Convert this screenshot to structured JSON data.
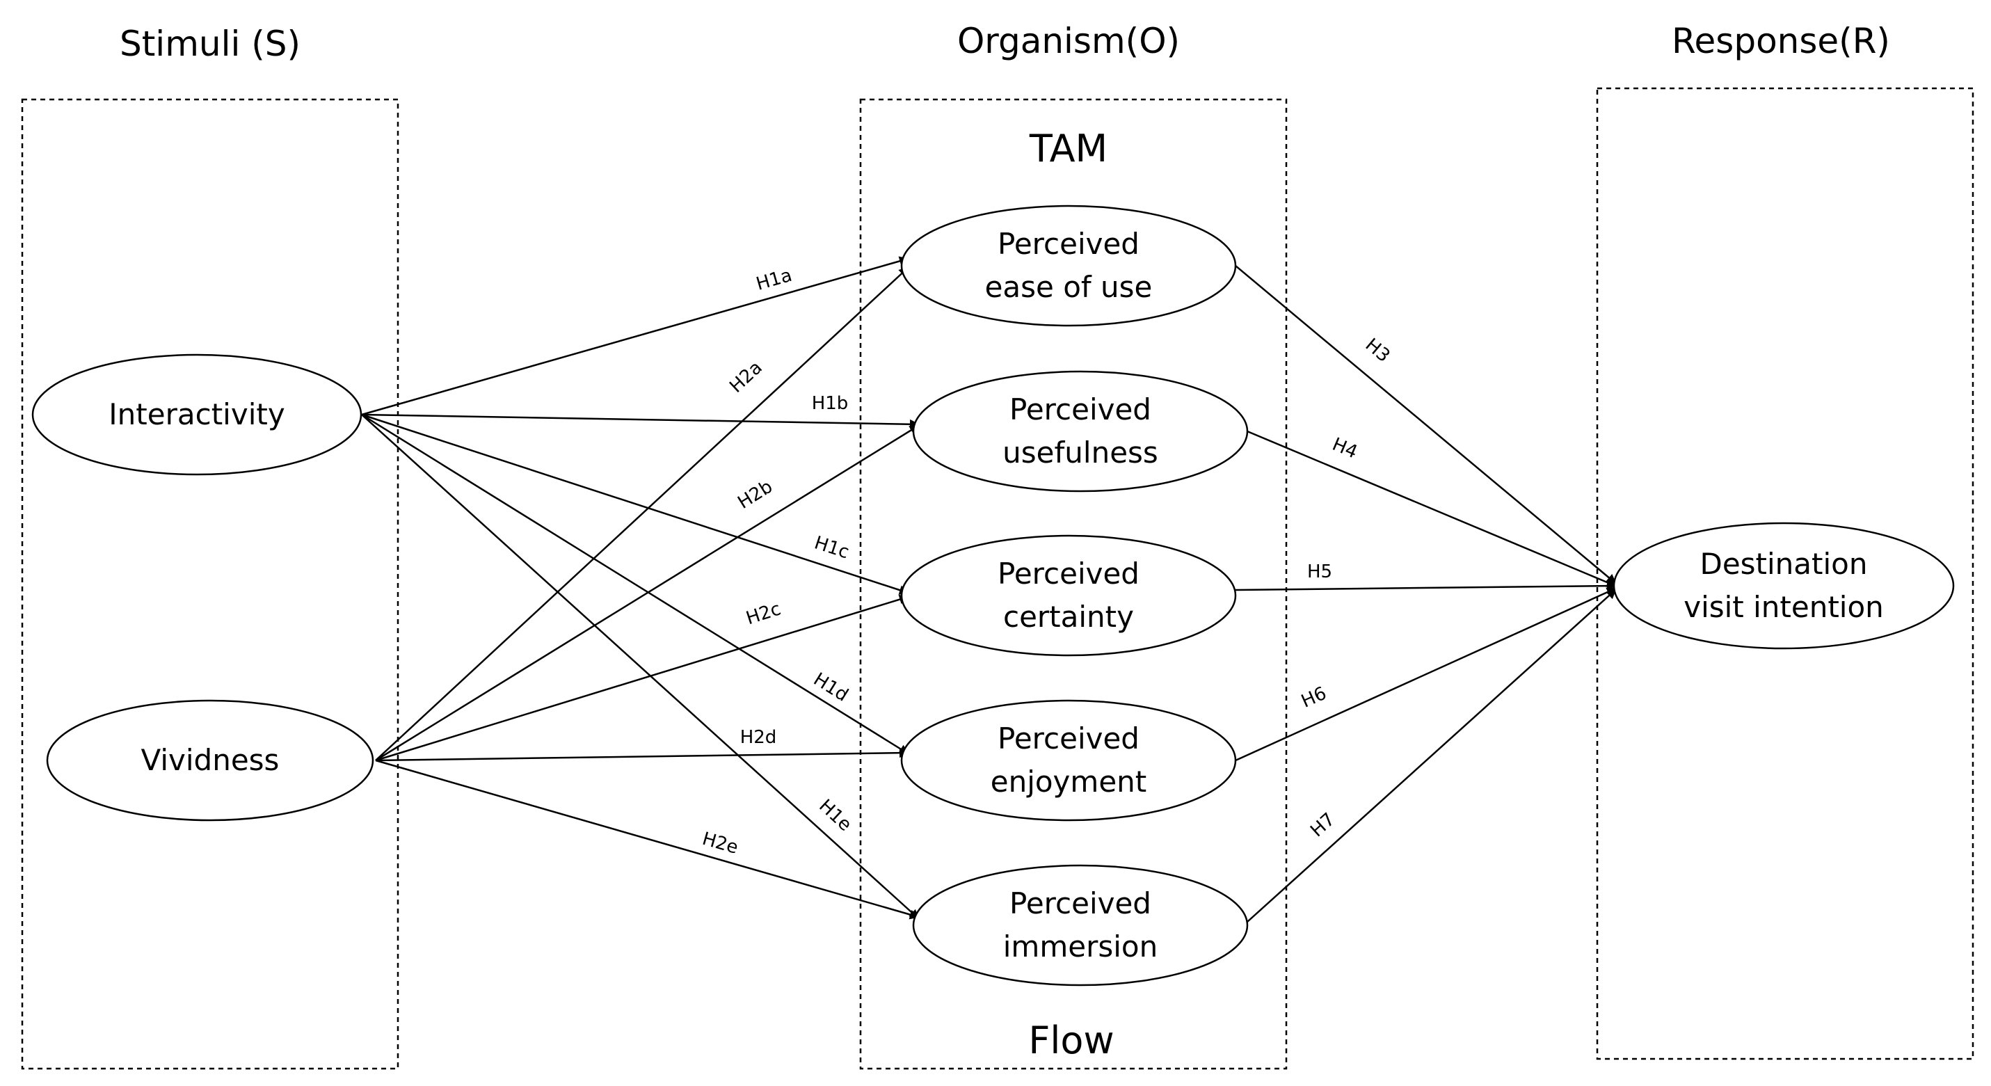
{
  "columns": {
    "stimuli": "Stimuli (S)",
    "organism": "Organism(O)",
    "response": "Response(R)"
  },
  "groups": {
    "tam": "TAM",
    "flow": "Flow"
  },
  "nodes": {
    "interactivity": {
      "lines": [
        "Interactivity"
      ]
    },
    "vividness": {
      "lines": [
        "Vividness"
      ]
    },
    "peou": {
      "lines": [
        "Perceived",
        "ease of use"
      ]
    },
    "pu": {
      "lines": [
        "Perceived",
        "usefulness"
      ]
    },
    "pc": {
      "lines": [
        "Perceived",
        "certainty"
      ]
    },
    "pe": {
      "lines": [
        "Perceived",
        "enjoyment"
      ]
    },
    "pi": {
      "lines": [
        "Perceived",
        "immersion"
      ]
    },
    "dvi": {
      "lines": [
        "Destination",
        "visit intention"
      ]
    }
  },
  "edges": [
    {
      "id": "h1a",
      "from": "interactivity",
      "to": "peou",
      "label": "H1a"
    },
    {
      "id": "h1b",
      "from": "interactivity",
      "to": "pu",
      "label": "H1b"
    },
    {
      "id": "h1c",
      "from": "interactivity",
      "to": "pc",
      "label": "H1c"
    },
    {
      "id": "h1d",
      "from": "interactivity",
      "to": "pe",
      "label": "H1d"
    },
    {
      "id": "h1e",
      "from": "interactivity",
      "to": "pi",
      "label": "H1e"
    },
    {
      "id": "h2a",
      "from": "vividness",
      "to": "peou",
      "label": "H2a"
    },
    {
      "id": "h2b",
      "from": "vividness",
      "to": "pu",
      "label": "H2b"
    },
    {
      "id": "h2c",
      "from": "vividness",
      "to": "pc",
      "label": "H2c"
    },
    {
      "id": "h2d",
      "from": "vividness",
      "to": "pe",
      "label": "H2d"
    },
    {
      "id": "h2e",
      "from": "vividness",
      "to": "pi",
      "label": "H2e"
    },
    {
      "id": "h3",
      "from": "peou",
      "to": "dvi",
      "label": "H3"
    },
    {
      "id": "h4",
      "from": "pu",
      "to": "dvi",
      "label": "H4"
    },
    {
      "id": "h5",
      "from": "pc",
      "to": "dvi",
      "label": "H5"
    },
    {
      "id": "h6",
      "from": "pe",
      "to": "dvi",
      "label": "H6"
    },
    {
      "id": "h7",
      "from": "pi",
      "to": "dvi",
      "label": "H7"
    }
  ]
}
